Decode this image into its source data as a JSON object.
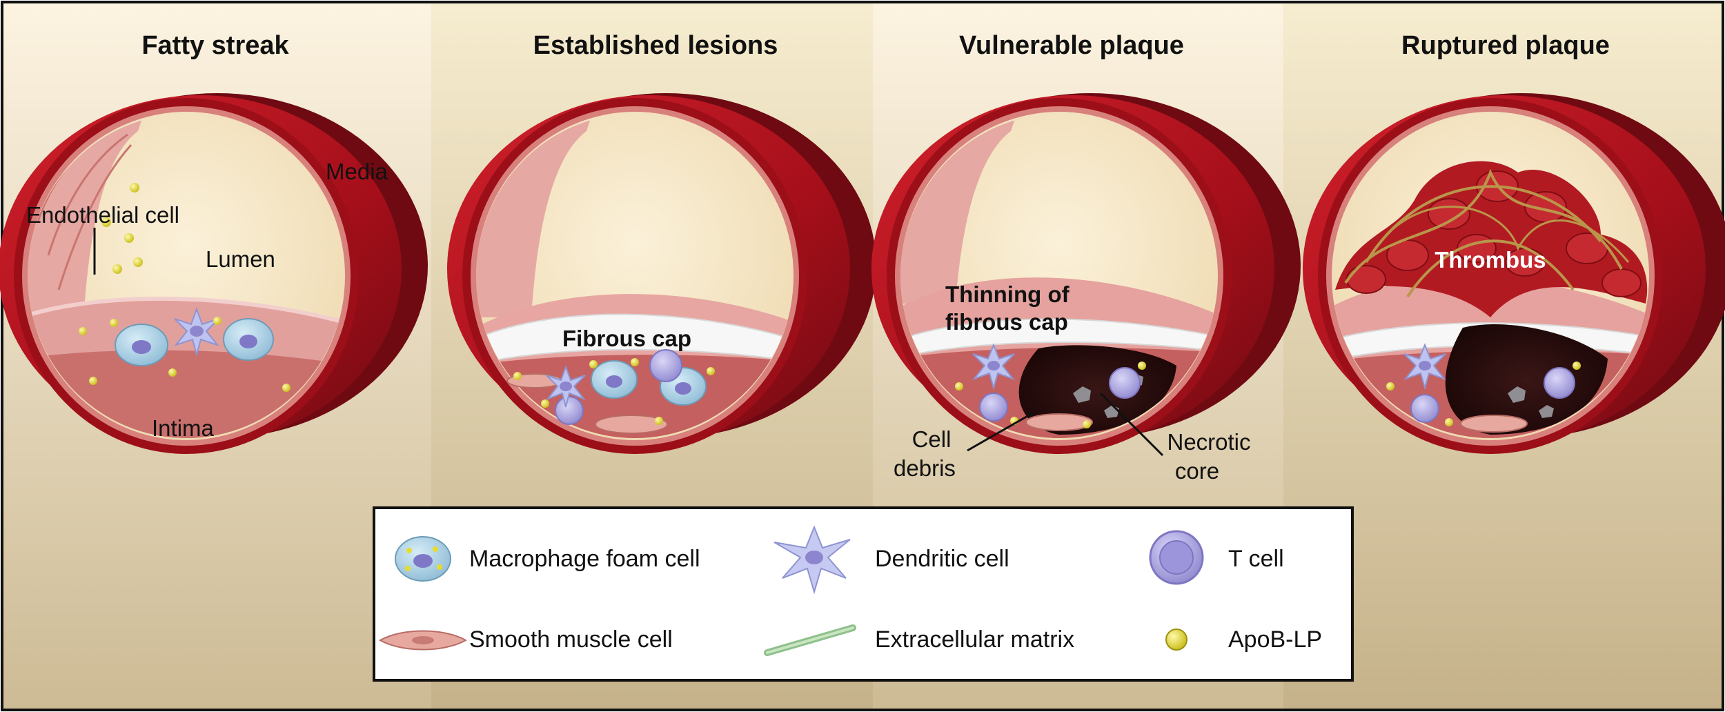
{
  "panels": [
    {
      "title": "Fatty streak",
      "labels": {
        "media": "Media",
        "endothelial": "Endothelial cell",
        "lumen": "Lumen",
        "intima": "Intima"
      }
    },
    {
      "title": "Established lesions",
      "labels": {
        "fibrous_cap": "Fibrous cap"
      }
    },
    {
      "title": "Vulnerable plaque",
      "labels": {
        "thinning_1": "Thinning of",
        "thinning_2": "fibrous cap",
        "cell_debris_1": "Cell",
        "cell_debris_2": "debris",
        "necrotic_1": "Necrotic",
        "necrotic_2": "core"
      }
    },
    {
      "title": "Ruptured plaque",
      "labels": {
        "thrombus": "Thrombus"
      }
    }
  ],
  "legend": [
    {
      "label": "Macrophage foam cell",
      "icon": "macrophage-foam-cell-icon"
    },
    {
      "label": "Dendritic cell",
      "icon": "dendritic-cell-icon"
    },
    {
      "label": "T cell",
      "icon": "t-cell-icon"
    },
    {
      "label": "Smooth muscle cell",
      "icon": "smooth-muscle-cell-icon"
    },
    {
      "label": "Extracellular matrix",
      "icon": "extracellular-matrix-icon"
    },
    {
      "label": "ApoB-LP",
      "icon": "apob-lp-icon"
    }
  ],
  "colors": {
    "artery_red": "#b5111c",
    "artery_dark": "#6f0a12",
    "lumen": "#f6e7c8",
    "intima_pink": "#e8a9a6",
    "fibrous_cap": "#f5f5f5",
    "necrotic": "#2a0d0d",
    "apob": "#e6dc2c",
    "tcell": "#a9a4e0",
    "bg_light": "#fbf2df",
    "bg_dark": "#c9b791"
  }
}
